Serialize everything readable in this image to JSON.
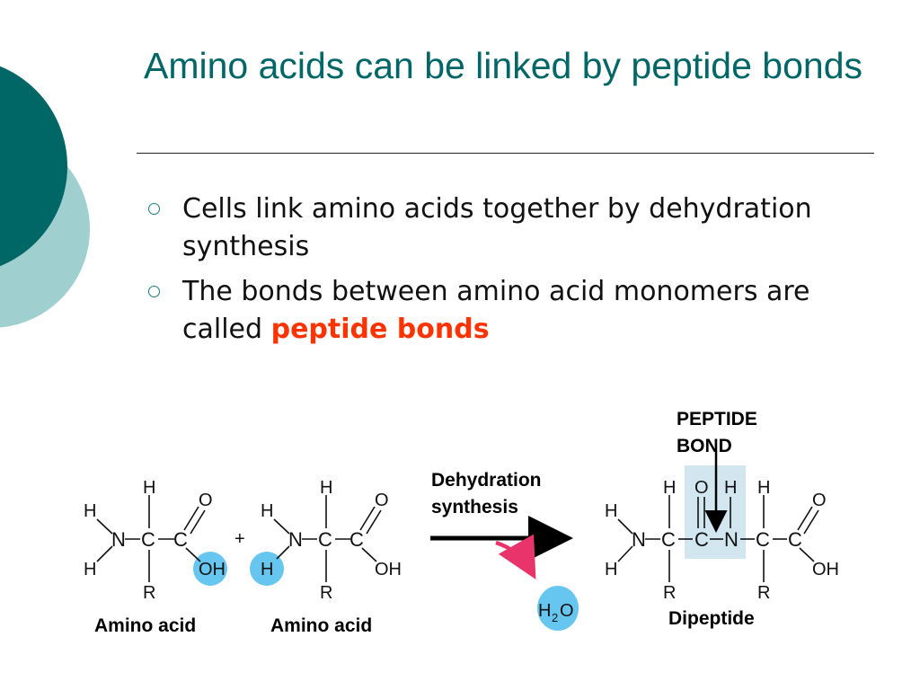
{
  "slide": {
    "title": "Amino acids can be linked by peptide bonds",
    "bullets": [
      {
        "text": "Cells link amino acids together by dehydration synthesis"
      },
      {
        "text": "The bonds between amino acid monomers are called ",
        "highlight": "peptide bonds"
      }
    ]
  },
  "diagram": {
    "amino_acid_label_1": "Amino acid",
    "amino_acid_label_2": "Amino acid",
    "reaction_label_line1": "Dehydration",
    "reaction_label_line2": "synthesis",
    "peptide_bond_label_line1": "PEPTIDE",
    "peptide_bond_label_line2": "BOND",
    "product_label": "Dipeptide",
    "plus": "+",
    "water_h": "H",
    "water_sub": "2",
    "water_o": "O",
    "atoms": {
      "H": "H",
      "N": "N",
      "C": "C",
      "O": "O",
      "OH": "OH",
      "R": "R"
    }
  },
  "colors": {
    "title": "#006666",
    "highlight": "#ff3300",
    "deco_dark": "#006666",
    "deco_light": "#9fcfcf",
    "atom_circle": "#66c6ef",
    "bond_box": "#d2e6f0",
    "water_arrow": "#e8336b"
  }
}
